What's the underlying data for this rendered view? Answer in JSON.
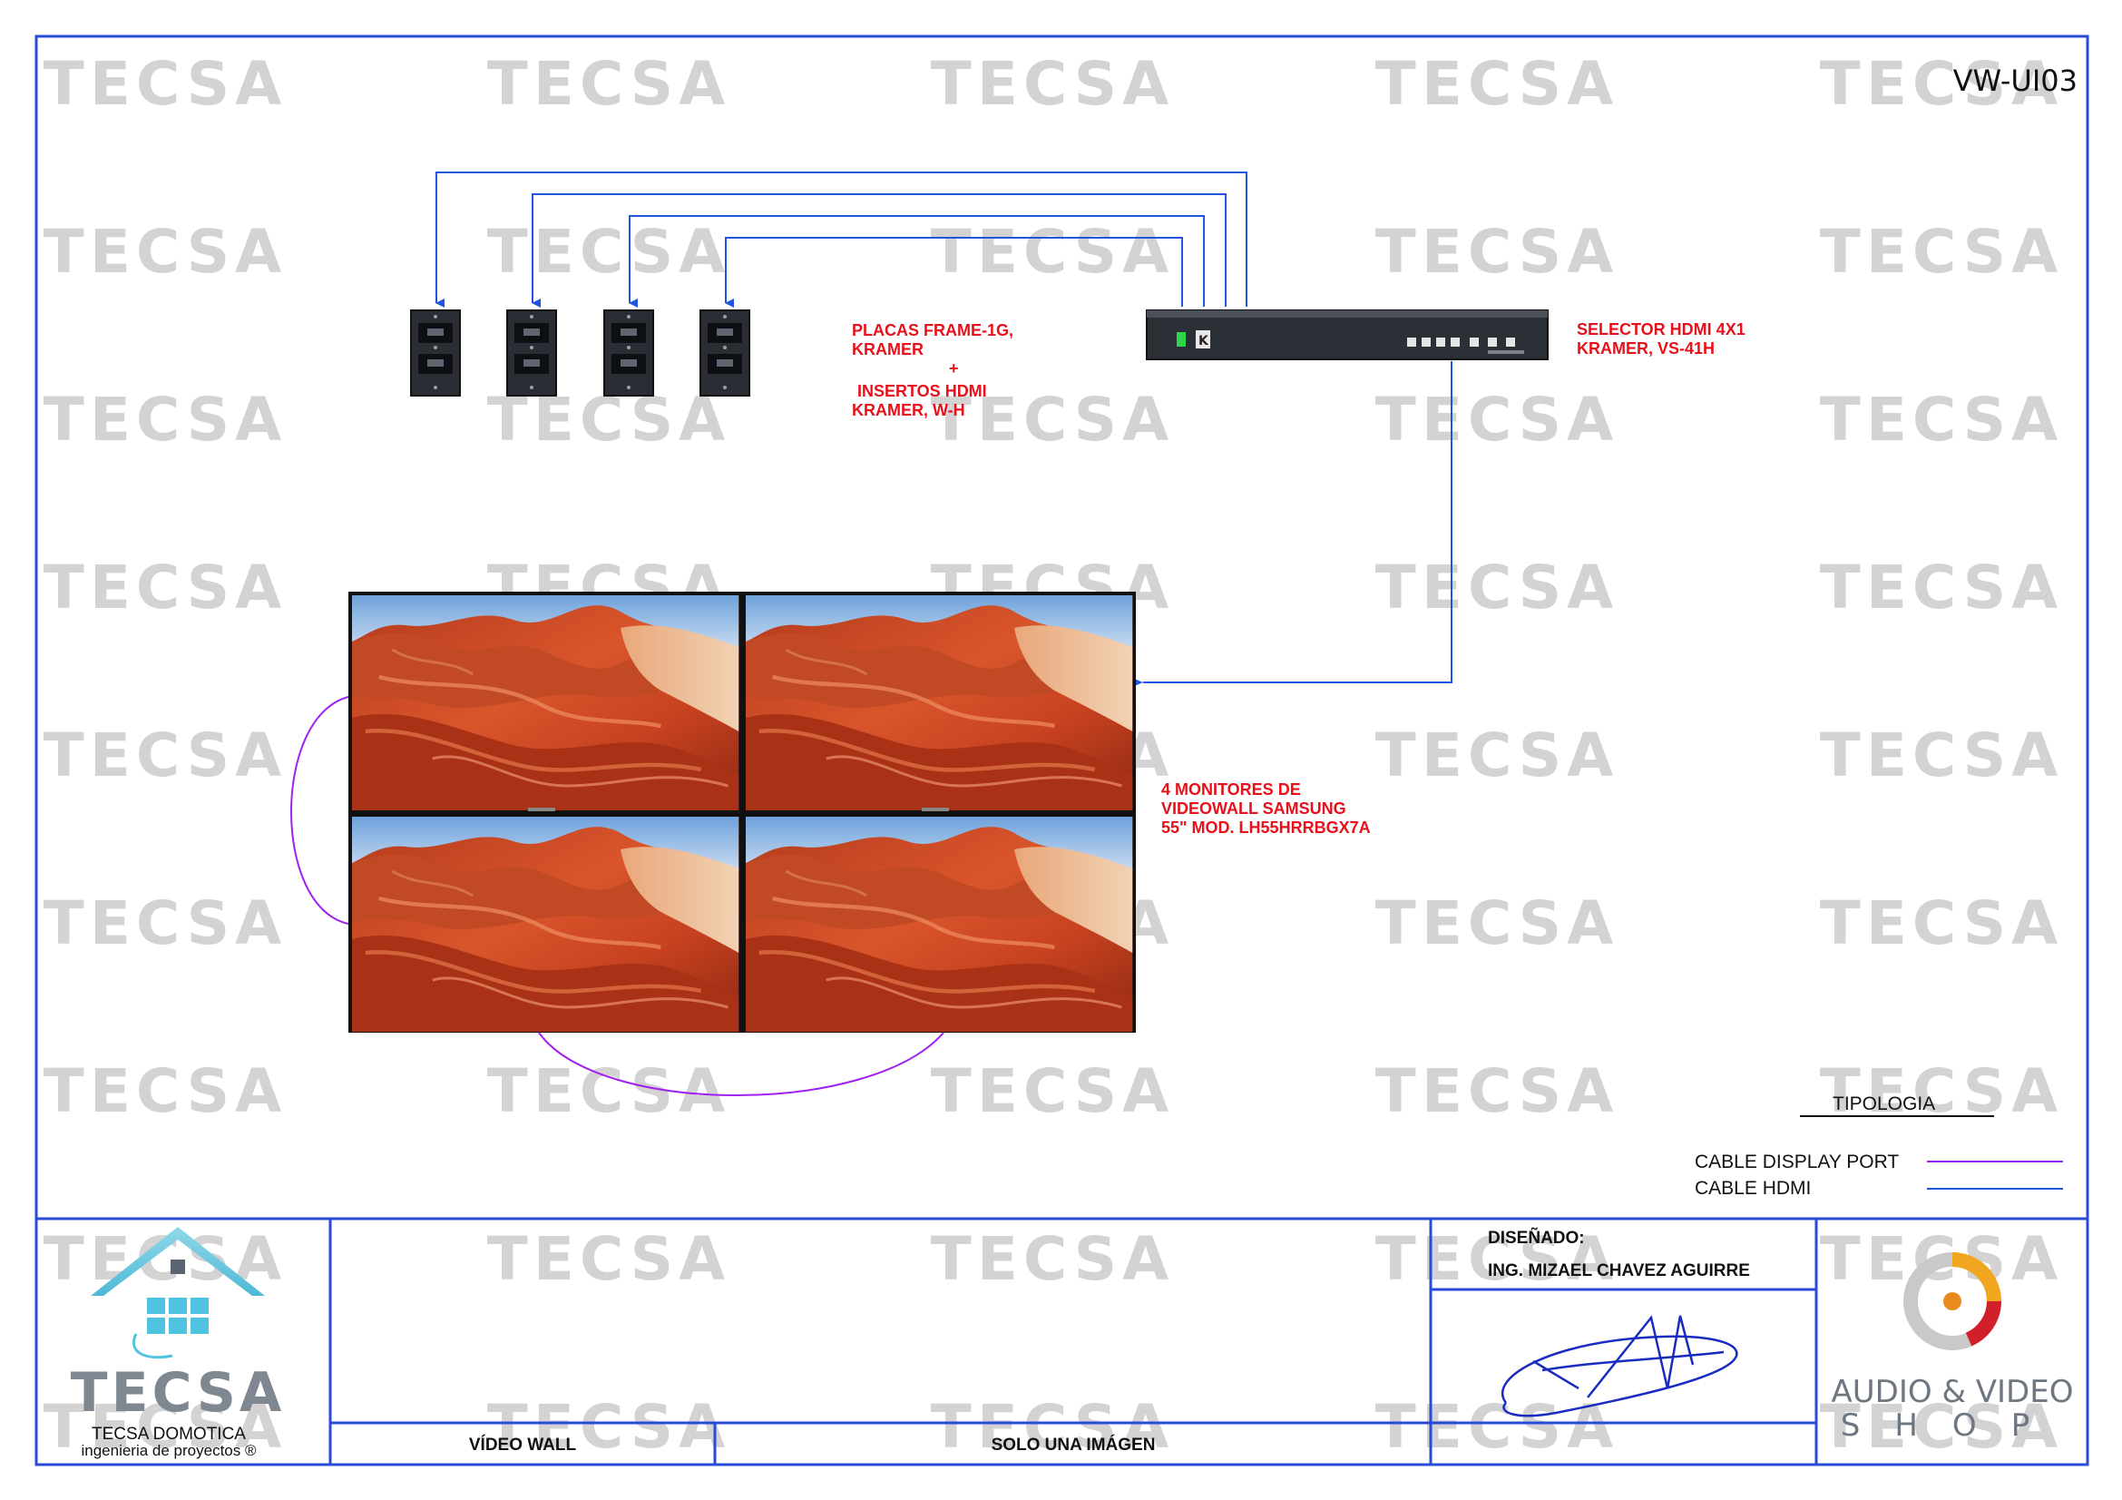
{
  "drawing_code": "VW-UI03",
  "watermark": "TECSA",
  "devices": {
    "wall_plates_label": [
      "PLACAS FRAME-1G,",
      "KRAMER",
      "+",
      "INSERTOS HDMI",
      "KRAMER, W-H"
    ],
    "selector_label": [
      "SELECTOR HDMI 4X1",
      "KRAMER, VS-41H"
    ],
    "monitors_label": [
      "4 MONITORES DE",
      "VIDEOWALL SAMSUNG",
      "55\"  MOD. LH55HRRBGX7A"
    ]
  },
  "legend": {
    "title": "TIPOLOGIA",
    "items": [
      {
        "label": "CABLE DISPLAY PORT",
        "color": "#a020f0"
      },
      {
        "label": "CABLE HDMI",
        "color": "#2255dd"
      }
    ]
  },
  "title_block": {
    "company_logo_text": "TECSA",
    "company_name": "TECSA DOMOTICA",
    "company_tagline": "ingenieria de proyectos ®",
    "project": "VÍDEO WALL",
    "note": "SOLO UNA IMÁGEN",
    "designed_label": "DISEÑADO:",
    "designer": "ING. MIZAEL CHAVEZ AGUIRRE",
    "partner_line1": "AUDIO & VIDEO",
    "partner_line2": "SHOP"
  },
  "colors": {
    "frame": "#2a4bd7",
    "hdmi": "#2255dd",
    "displayport": "#a020f0",
    "label_red": "#e8101a",
    "watermark": "#d3d3d3"
  }
}
